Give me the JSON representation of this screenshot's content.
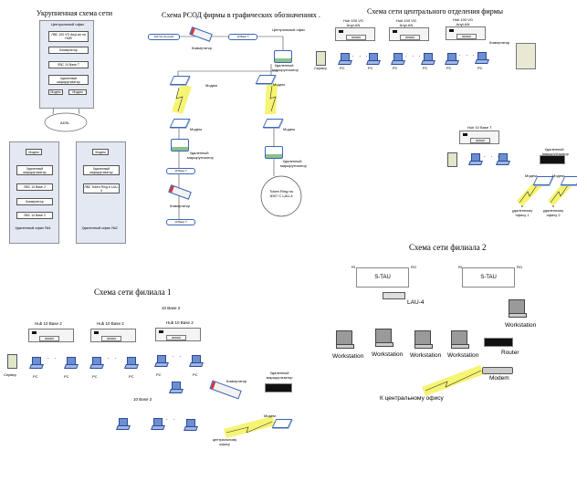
{
  "overview": {
    "title": "Укрупненная схема сети",
    "central_label": "Центральный офис",
    "central_items": [
      "ЛВС 100 VG AnyLan на HUB",
      "Коммутатор",
      "ЛВС 10 Base T",
      "Удаленный маршрутизатор"
    ],
    "modem": "Модем",
    "cloud": "ADSL",
    "remote1": {
      "items": [
        "Модем",
        "Удаленный маршрутизатор",
        "ЛВС 10 Base 2",
        "Коммутатор",
        "ЛВС 10 Base 2"
      ],
      "label": "Удаленный офис №1"
    },
    "remote2": {
      "items": [
        "Модем",
        "Удаленный маршрутизатор",
        "ЛВС Token Ring и LAU-4"
      ],
      "label": "Удаленный офис №2"
    }
  },
  "rsod": {
    "title": "Схема  РСОД  фирмы в графических обозначениях  .",
    "anylan": "100 VG AnyLAN",
    "switch": "Коммутатор",
    "base_t": "10 Base T",
    "central": "Центральный офис",
    "router": "Удаленный маршрутизатор",
    "modem": "Модем",
    "token_ring": "Token Ring на 3007 С LAU-4"
  },
  "central_dept": {
    "title": "Схема сети центрального отделения фирмы",
    "hub100": "Hub 100 VG AnyLAN",
    "server": "Сервер",
    "pc": "PC",
    "switch": "Коммутатор",
    "hub10": "Hub 10 Base T",
    "router": "Удаленный маршрутизатор",
    "modem": "Модем",
    "to1": "к удаленному офису 1",
    "to2": "к удаленному офису 2",
    "dots": ". . ."
  },
  "branch1": {
    "title": "Схема сети филиала 1",
    "base2": "10 Base 2",
    "hub": "Hub 10 Base 2",
    "server": "Сервер",
    "pc": "PC",
    "switch": "Коммутатор",
    "router": "Удаленный маршрутизатор",
    "modem": "Модем",
    "to_central": "центральному офису",
    "dots": ". ."
  },
  "branch2": {
    "title": "Схема сети филиала 2",
    "stau": "S-TAU",
    "ri": "RI",
    "ro": "RO",
    "lau": "LAU-4",
    "workstation": "Workstation",
    "router": "Router",
    "modem": "Modem",
    "to_central": "К центральному офису"
  },
  "colors": {
    "panel": "#e4e8f2",
    "link_glow": "#f5f25a",
    "device_outline": "#3b66b8"
  }
}
